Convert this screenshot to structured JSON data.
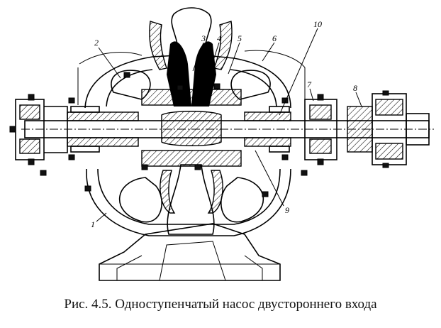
{
  "caption": "Рис. 4.5. Одноступенчатый насос двустороннего входа",
  "part_labels": [
    "1",
    "2",
    "3",
    "4",
    "5",
    "6",
    "7",
    "8",
    "9",
    "10"
  ],
  "colors": {
    "line": "#000000",
    "background": "#ffffff"
  }
}
